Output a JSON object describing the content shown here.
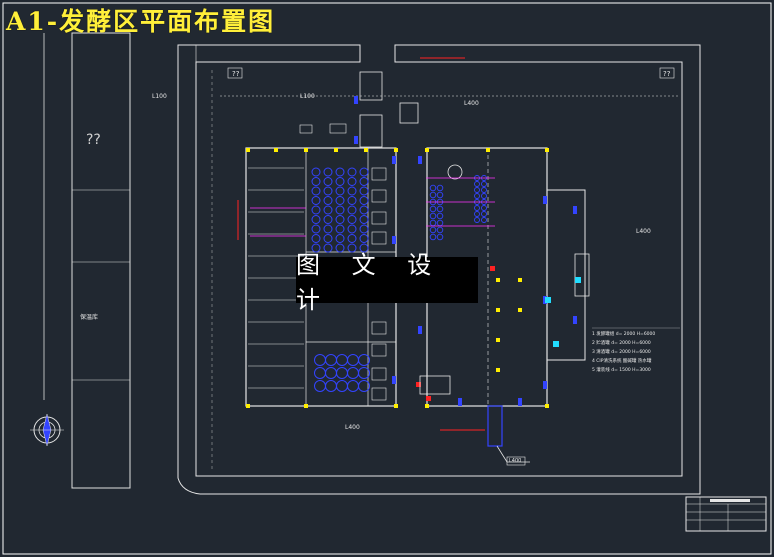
{
  "title": "A1-发酵区平面布置图",
  "watermark": "图 文 设 计",
  "labels": {
    "unknown_left": "??",
    "unknown_tl": "??",
    "unknown_tr": "??",
    "road_left": "保温库",
    "dim_top_left": "L100",
    "dim_top_mid": "L100",
    "dim_top_right": "L400",
    "dim_right": "L400",
    "dim_bottom": "L400",
    "dim_gate": "L400"
  },
  "legend": [
    "1  发酵罐组  d= 2000 H=6000",
    "2  贮酒罐  d= 2000 H=6000",
    "3  清酒罐  d= 2000 H=6000",
    "4  CIP清洗系统  酸碱罐  热水罐",
    "5  灌装线  d= 1500 H=3000"
  ],
  "colors": {
    "bg": "#212831",
    "line": "#e6e6e6",
    "title": "#ffef3a",
    "tank": "#3344ff",
    "magenta": "#ff33ff",
    "red": "#ff2222",
    "yellow": "#ffee00",
    "cyan": "#22ddff"
  }
}
